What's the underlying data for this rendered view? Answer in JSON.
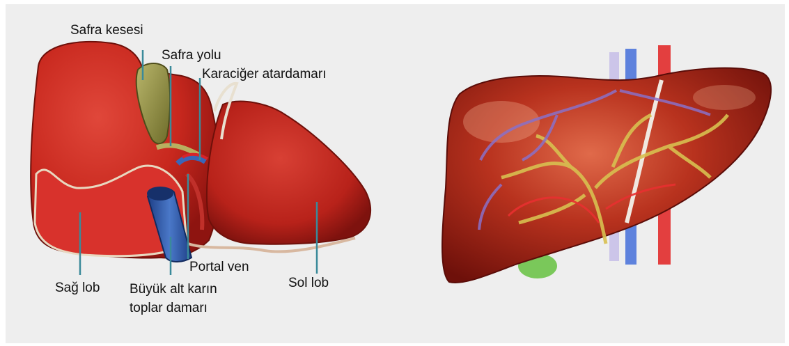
{
  "labels": {
    "gallbladder": "Safra kesesi",
    "bile_duct": "Safra yolu",
    "hepatic_artery": "Karaciğer atardamarı",
    "right_lobe": "Sağ lob",
    "inferior_vena_cava": "Büyük alt karın toplar damarı",
    "portal_vein": "Portal ven",
    "left_lobe": "Sol lob"
  },
  "colors": {
    "background": "#eeeeee",
    "liver": "#c8281e",
    "liver_dark": "#8e1410",
    "gallbladder": "#8c8a3a",
    "vena_cava": "#2a55a8",
    "leader_line": "#3a8a9a"
  }
}
